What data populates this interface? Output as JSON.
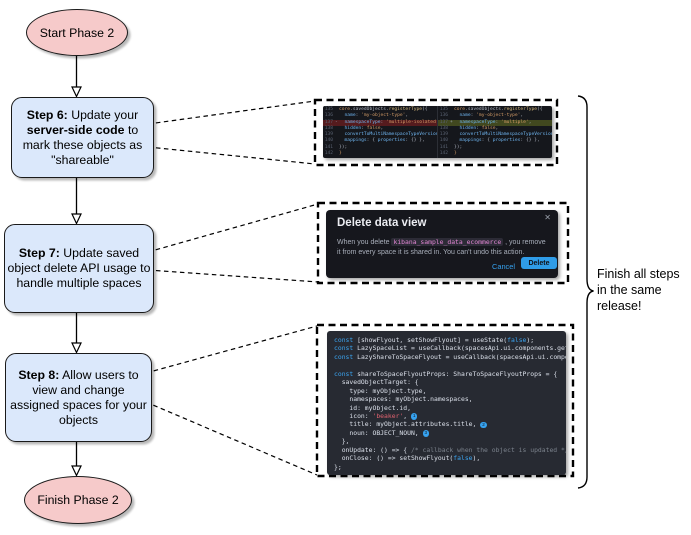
{
  "diagram": {
    "start_label": "Start Phase 2",
    "finish_label": "Finish Phase 2",
    "steps": [
      {
        "tokens": [
          {
            "t": "Step 6:",
            "c": "b"
          },
          {
            "t": " Update your ",
            "c": ""
          },
          {
            "t": "server-side code",
            "c": "b"
          },
          {
            "t": " to mark these objects as \"shareable\"",
            "c": ""
          }
        ]
      },
      {
        "tokens": [
          {
            "t": "Step 7:",
            "c": "b"
          },
          {
            "t": " Update saved object delete API usage to handle multiple spaces",
            "c": ""
          }
        ]
      },
      {
        "tokens": [
          {
            "t": "Step 8:",
            "c": "b"
          },
          {
            "t": " Allow users to view and change assigned spaces for your objects",
            "c": ""
          }
        ]
      }
    ],
    "brace_note": "Finish all steps in the same release!"
  },
  "colors": {
    "node_blue": "#dbe8fb",
    "node_pink": "#f6caca",
    "accent_blue": "#36a2ef",
    "diff_delete_bg": "#551b1e",
    "diff_add_bg": "#41481f",
    "dark_panel": "#16171d"
  },
  "screenshots": {
    "diff": {
      "left": [
        {
          "n": "135",
          "g": "",
          "toks": [
            {
              "t": "core",
              "c": "o"
            },
            {
              "t": ".savedObjects.",
              "c": "p"
            },
            {
              "t": "registerType",
              "c": "y"
            },
            {
              "t": "({",
              "c": "p"
            }
          ]
        },
        {
          "n": "136",
          "g": "",
          "toks": [
            {
              "t": "  name",
              "c": "bl"
            },
            {
              "t": ": ",
              "c": "p"
            },
            {
              "t": "'my-object-type'",
              "c": "o"
            },
            {
              "t": ",",
              "c": "p"
            }
          ]
        },
        {
          "n": "137",
          "g": "-",
          "bg": "del",
          "toks": [
            {
              "t": "  namespaceType",
              "c": "bl"
            },
            {
              "t": ": ",
              "c": "p"
            },
            {
              "t": "'multiple-isolated'",
              "c": "o"
            },
            {
              "t": ",",
              "c": "p"
            }
          ]
        },
        {
          "n": "138",
          "g": "",
          "toks": [
            {
              "t": "  hidden",
              "c": "bl"
            },
            {
              "t": ": ",
              "c": "p"
            },
            {
              "t": "false",
              "c": "o"
            },
            {
              "t": ",",
              "c": "p"
            }
          ]
        },
        {
          "n": "139",
          "g": "",
          "toks": [
            {
              "t": "  convertToMultiNamespaceTypeVersion",
              "c": "bl"
            },
            {
              "t": ": '",
              "c": "o"
            }
          ]
        },
        {
          "n": "140",
          "g": "",
          "toks": [
            {
              "t": "  mappings",
              "c": "bl"
            },
            {
              "t": ": { ",
              "c": "p"
            },
            {
              "t": "properties",
              "c": "bl"
            },
            {
              "t": ": {} },",
              "c": "p"
            }
          ]
        },
        {
          "n": "141",
          "g": "",
          "toks": [
            {
              "t": "});",
              "c": "p"
            }
          ]
        },
        {
          "n": "142",
          "g": "",
          "toks": [
            {
              "t": "}",
              "c": "o"
            }
          ]
        }
      ],
      "right": [
        {
          "n": "135",
          "g": "",
          "toks": [
            {
              "t": "core",
              "c": "o"
            },
            {
              "t": ".savedObjects.",
              "c": "p"
            },
            {
              "t": "registerType",
              "c": "y"
            },
            {
              "t": "({",
              "c": "p"
            }
          ]
        },
        {
          "n": "136",
          "g": "",
          "toks": [
            {
              "t": "  name",
              "c": "bl"
            },
            {
              "t": ": ",
              "c": "p"
            },
            {
              "t": "'my-object-type'",
              "c": "o"
            },
            {
              "t": ",",
              "c": "p"
            }
          ]
        },
        {
          "n": "137",
          "g": "+",
          "bg": "add",
          "toks": [
            {
              "t": "  namespaceType",
              "c": "bl"
            },
            {
              "t": ": ",
              "c": "p"
            },
            {
              "t": "'multiple'",
              "c": "o"
            },
            {
              "t": ",",
              "c": "p"
            }
          ]
        },
        {
          "n": "138",
          "g": "",
          "toks": [
            {
              "t": "  hidden",
              "c": "bl"
            },
            {
              "t": ": ",
              "c": "p"
            },
            {
              "t": "false",
              "c": "o"
            },
            {
              "t": ",",
              "c": "p"
            }
          ]
        },
        {
          "n": "139",
          "g": "",
          "toks": [
            {
              "t": "  convertToMultiNamespaceTypeVersion",
              "c": "bl"
            },
            {
              "t": ": '",
              "c": "o"
            }
          ]
        },
        {
          "n": "140",
          "g": "",
          "toks": [
            {
              "t": "  mappings",
              "c": "bl"
            },
            {
              "t": ": { ",
              "c": "p"
            },
            {
              "t": "properties",
              "c": "bl"
            },
            {
              "t": ": {} },",
              "c": "p"
            }
          ]
        },
        {
          "n": "141",
          "g": "",
          "toks": [
            {
              "t": "});",
              "c": "p"
            }
          ]
        },
        {
          "n": "142",
          "g": "",
          "toks": [
            {
              "t": "}",
              "c": "o"
            }
          ]
        }
      ]
    },
    "modal": {
      "title": "Delete data view",
      "close_icon": "✕",
      "body_tokens": [
        {
          "t": "When you delete ",
          "c": ""
        },
        {
          "t": "kibana_sample_data_ecommerce",
          "c": "code"
        },
        {
          "t": " , you remove it from every space it is shared in. You can't undo this action.",
          "c": ""
        }
      ],
      "cancel_label": "Cancel",
      "delete_label": "Delete"
    },
    "flyout_code": [
      {
        "toks": [
          {
            "t": "const",
            "c": "kw"
          },
          {
            "t": " [showFlyout, setShowFlyout] = useState(",
            "c": ""
          },
          {
            "t": "false",
            "c": "cy"
          },
          {
            "t": ");",
            "c": ""
          }
        ]
      },
      {
        "toks": [
          {
            "t": "const",
            "c": "kw"
          },
          {
            "t": " LazySpaceList = useCallback(spacesApi.ui.components.getSpaceLis",
            "c": ""
          }
        ]
      },
      {
        "toks": [
          {
            "t": "const",
            "c": "kw"
          },
          {
            "t": " LazyShareToSpaceFlyout = useCallback(spacesApi.ui.components.ge",
            "c": ""
          }
        ]
      },
      {
        "toks": []
      },
      {
        "toks": [
          {
            "t": "const",
            "c": "kw"
          },
          {
            "t": " shareToSpaceFlyoutProps: ShareToSpaceFlyoutProps = {",
            "c": ""
          }
        ]
      },
      {
        "toks": [
          {
            "t": "  savedObjectTarget: {",
            "c": ""
          }
        ]
      },
      {
        "toks": [
          {
            "t": "    type: myObject.type,",
            "c": ""
          }
        ]
      },
      {
        "toks": [
          {
            "t": "    namespaces: myObject.namespaces,",
            "c": ""
          }
        ]
      },
      {
        "toks": [
          {
            "t": "    id: myObject.id,",
            "c": ""
          }
        ]
      },
      {
        "toks": [
          {
            "t": "    icon: ",
            "c": ""
          },
          {
            "t": "'beaker'",
            "c": "rd"
          },
          {
            "t": ", ",
            "c": ""
          },
          {
            "t": "1",
            "c": "badge"
          }
        ]
      },
      {
        "toks": [
          {
            "t": "    title: myObject.attributes.title, ",
            "c": ""
          },
          {
            "t": "2",
            "c": "badge"
          }
        ]
      },
      {
        "toks": [
          {
            "t": "    noun: OBJECT_NOUN, ",
            "c": ""
          },
          {
            "t": "3",
            "c": "badge"
          }
        ]
      },
      {
        "toks": [
          {
            "t": "  },",
            "c": ""
          }
        ]
      },
      {
        "toks": [
          {
            "t": "  onUpdate: () => { ",
            "c": ""
          },
          {
            "t": "/* callback when the object is updated */",
            "c": "cm"
          },
          {
            "t": " },",
            "c": ""
          }
        ]
      },
      {
        "toks": [
          {
            "t": "  onClose: () => setShowFlyout(",
            "c": ""
          },
          {
            "t": "false",
            "c": "cy"
          },
          {
            "t": "),",
            "c": ""
          }
        ]
      },
      {
        "toks": [
          {
            "t": "};",
            "c": ""
          }
        ]
      }
    ]
  }
}
